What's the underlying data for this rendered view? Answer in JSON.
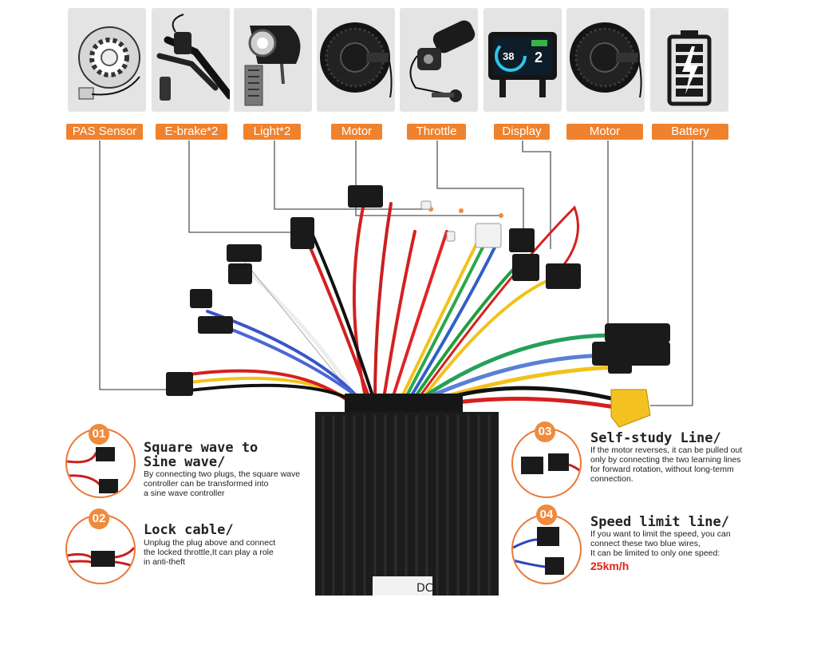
{
  "components": [
    {
      "label": "PAS Sensor",
      "icon": "pas-sensor-icon"
    },
    {
      "label": "E-brake*2",
      "icon": "brake-lever-icon"
    },
    {
      "label": "Light*2",
      "icon": "headlight-icon"
    },
    {
      "label": "Motor",
      "icon": "hub-motor-icon"
    },
    {
      "label": "Throttle",
      "icon": "throttle-icon"
    },
    {
      "label": "Display",
      "icon": "display-icon"
    },
    {
      "label": "Motor",
      "icon": "hub-motor-icon"
    },
    {
      "label": "Battery",
      "icon": "battery-icon"
    }
  ],
  "display_screen": {
    "speed": "38",
    "gear": "2"
  },
  "callouts": [
    {
      "number": "01",
      "title": "Square wave to\nSine wave/",
      "description": "By connecting two plugs, the square wave\ncontroller can be transformed into\na sine wave controller"
    },
    {
      "number": "02",
      "title": "Lock cable/",
      "description": "Unplug the plug above and connect\nthe locked throttle,It can play a role\nin anti-theft"
    },
    {
      "number": "03",
      "title": "Self-study Line/",
      "description": "If the motor reverses, it can be pulled out\nonly by connecting the two learning lines\nfor forward rotation, without long-temm\nconnection."
    },
    {
      "number": "04",
      "title": "Speed limit line/",
      "description": "If you want to limit the speed, you can\nconnect these two blue wires,\nIt can be limited to only one speed:",
      "speed": "25km/h"
    }
  ],
  "controller_label": "DC",
  "colors": {
    "accent": "#f0822d",
    "speed": "#e2231a",
    "controller": "#1b1b1b"
  }
}
